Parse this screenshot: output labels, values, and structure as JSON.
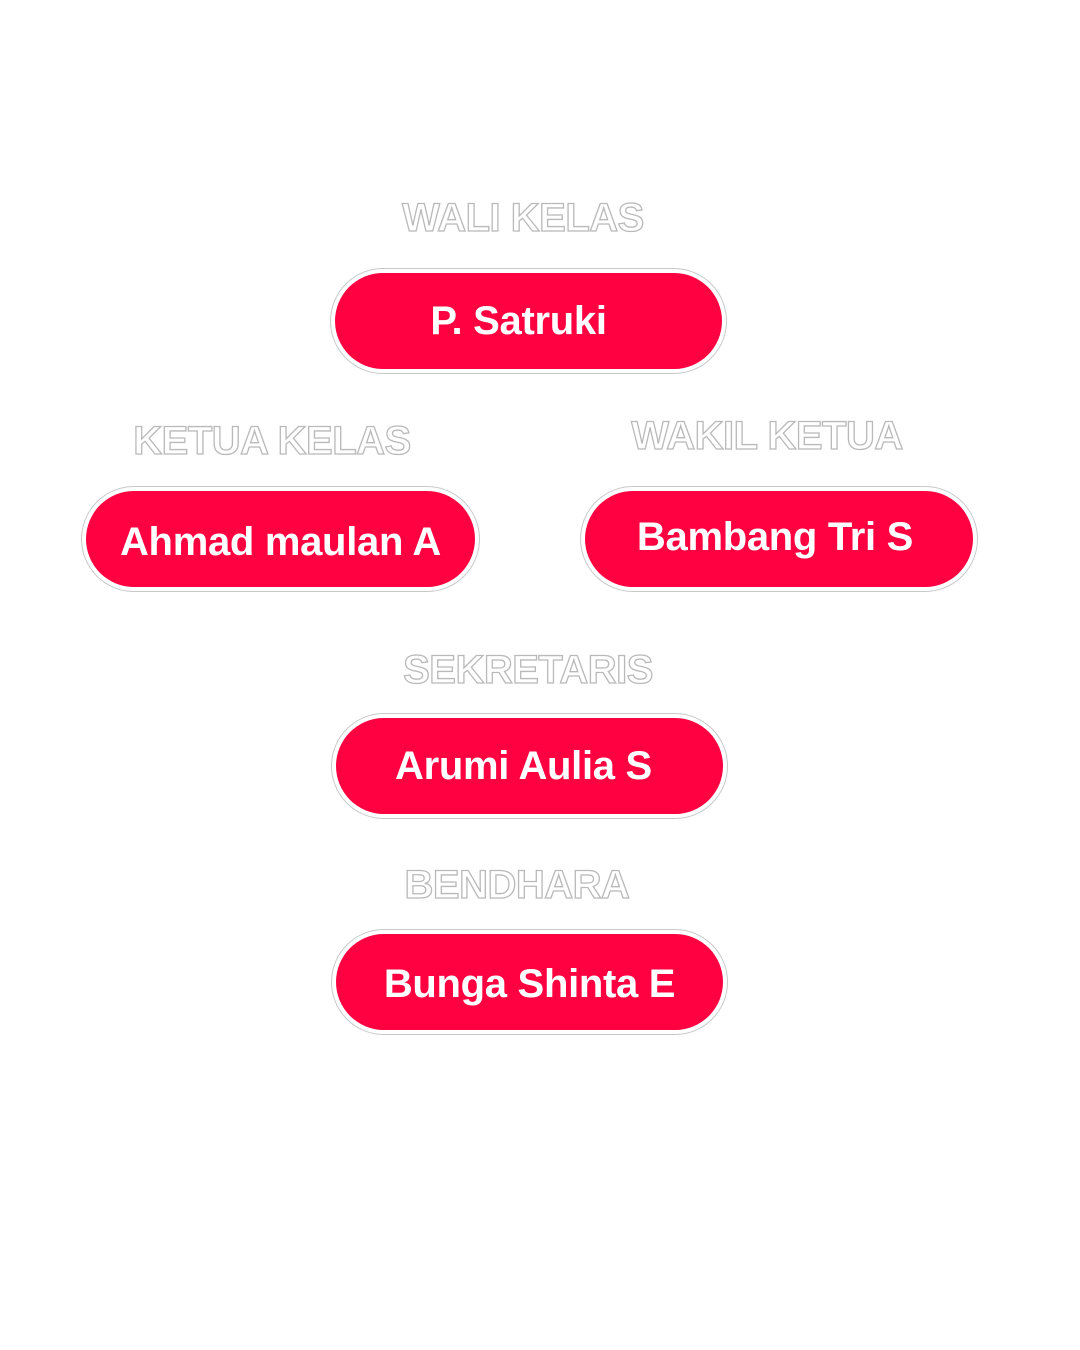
{
  "colors": {
    "pill_fill": "#ff0040",
    "pill_text": "#ffffff",
    "title_outline": "#b9b9b9",
    "background": "#ffffff"
  },
  "roles": {
    "wali_kelas": {
      "title": "WALI KELAS",
      "name": "P. Satruki"
    },
    "ketua_kelas": {
      "title": "KETUA KELAS",
      "name": "Ahmad maulan A"
    },
    "wakil_ketua": {
      "title": "WAKIL KETUA",
      "name": "Bambang Tri S"
    },
    "sekretaris": {
      "title": "SEKRETARIS",
      "name": "Arumi Aulia S"
    },
    "bendahara": {
      "title": "BENDHARA",
      "name": "Bunga Shinta E"
    }
  }
}
